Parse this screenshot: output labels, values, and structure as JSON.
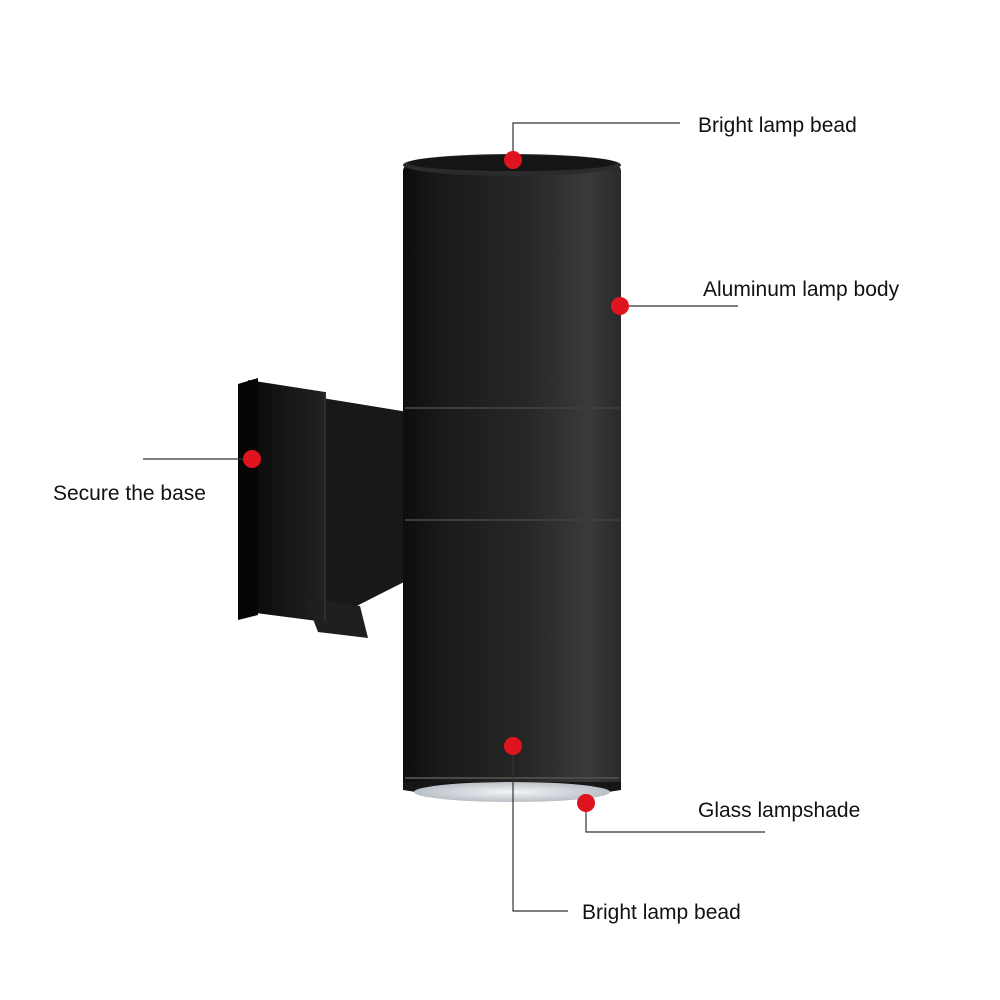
{
  "callouts": {
    "top_bead": {
      "label": "Bright lamp bead"
    },
    "lamp_body": {
      "label": "Aluminum lamp body"
    },
    "base": {
      "label": "Secure the base"
    },
    "lampshade": {
      "label": "Glass lampshade"
    },
    "bottom_bead": {
      "label": "Bright lamp bead"
    }
  },
  "colors": {
    "marker": "#e0141e",
    "leader_line": "#333333",
    "lamp_body": "#1c1c1c",
    "glass": "#d8dde2"
  },
  "icons": {
    "product": "wall-lamp-illustration",
    "marker": "red-dot-marker"
  }
}
